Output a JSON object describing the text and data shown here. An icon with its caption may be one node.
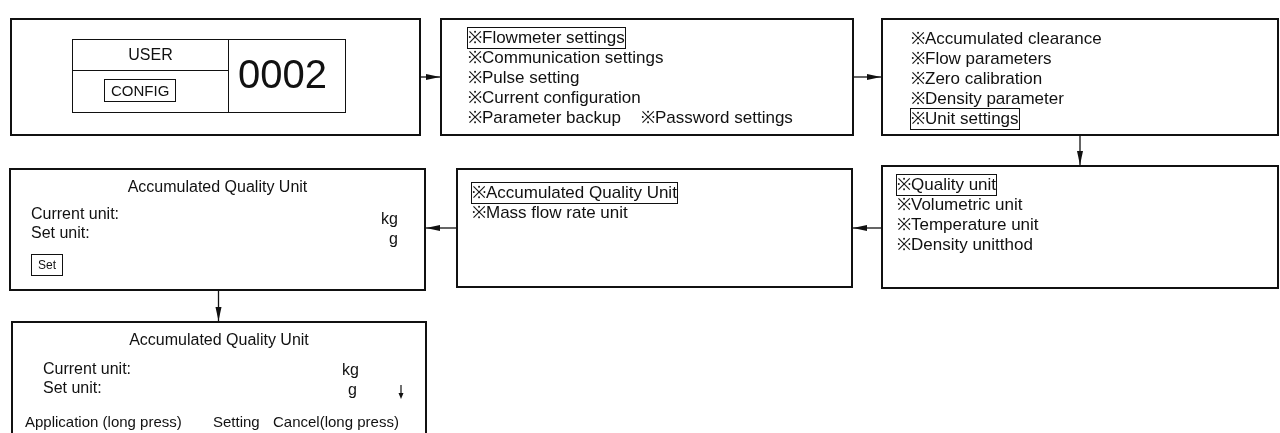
{
  "diagram": {
    "nodes": [
      {
        "text": [
          "USER",
          "CONFIG",
          "0002"
        ]
      },
      {
        "text": [
          "※Flowmeter settings",
          "※Communication settings",
          "※Pulse setting",
          "※Current configuration",
          "※Parameter backup",
          "※Password settings"
        ]
      },
      {
        "text": [
          "※Accumulated clearance",
          "※Flow parameters",
          "※Zero calibration",
          "※Density parameter",
          "※Unit settings"
        ]
      },
      {
        "text": [
          "※Quality unit",
          "※Volumetric unit",
          "※Temperature unit",
          "※Density unitthod"
        ]
      },
      {
        "text": [
          "※Accumulated Quality Unit",
          "※Mass flow rate unit"
        ]
      },
      {
        "text": [
          "Accumulated Quality Unit",
          "Current unit:",
          "kg",
          "Set unit:",
          "g",
          "Set"
        ]
      },
      {
        "text": [
          "Accumulated Quality Unit",
          "Current unit:",
          "kg",
          "Set unit:",
          "g",
          "Application (long press)",
          "Setting",
          "Cancel(long press)"
        ]
      }
    ],
    "edges": [
      {
        "from": 0,
        "to": 1,
        "arrow": "to"
      },
      {
        "from": 1,
        "to": 2,
        "arrow": "to"
      },
      {
        "from": 2,
        "to": 3,
        "arrow": "to"
      },
      {
        "from": 3,
        "to": 4,
        "arrow": "to"
      },
      {
        "from": 4,
        "to": 5,
        "arrow": "to"
      },
      {
        "from": 5,
        "to": 6,
        "arrow": "to"
      }
    ]
  }
}
